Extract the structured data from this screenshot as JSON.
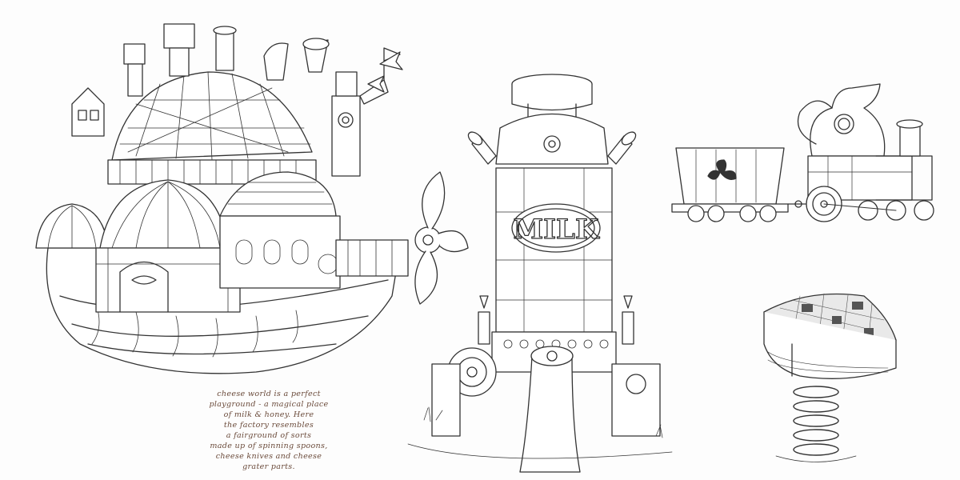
{
  "note": {
    "lines": [
      "cheese world is a perfect",
      "playground - a magical place",
      "of milk & honey. Here",
      "the factory resembles",
      "a fairground of sorts",
      "made up of spinning spoons,",
      "cheese knives and cheese",
      "grater parts."
    ]
  },
  "tower": {
    "sign": "MILK"
  },
  "colors": {
    "paper": "#fdfdfd",
    "ink": "#333333",
    "note_ink": "#6a4a3a"
  }
}
